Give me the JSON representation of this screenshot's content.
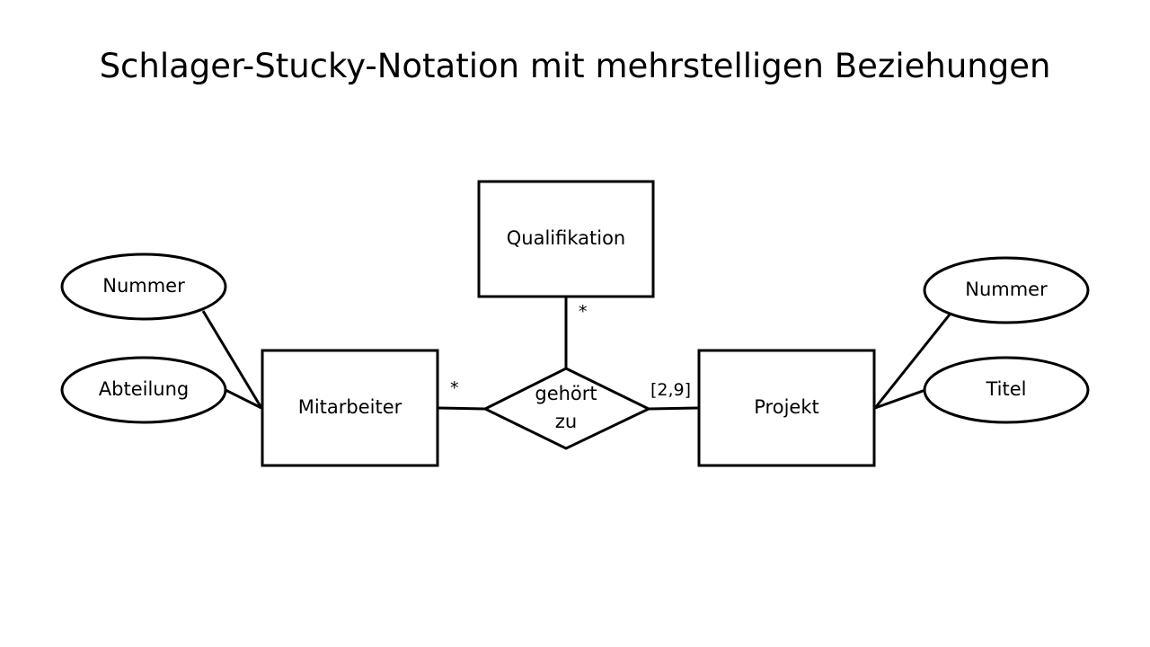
{
  "title": "Schlager-Stucky-Notation mit mehrstelligen Beziehungen",
  "entities": {
    "mitarbeiter": "Mitarbeiter",
    "qualifikation": "Qualifikation",
    "projekt": "Projekt"
  },
  "relationship": {
    "line1": "gehört",
    "line2": "zu"
  },
  "attributes": {
    "mitarbeiter": [
      "Nummer",
      "Abteilung"
    ],
    "projekt": [
      "Nummer",
      "Titel"
    ]
  },
  "cardinalities": {
    "mitarbeiter": "*",
    "qualifikation": "*",
    "projekt": "[2,9]"
  },
  "colors": {
    "stroke": "#000000",
    "background": "#ffffff"
  }
}
